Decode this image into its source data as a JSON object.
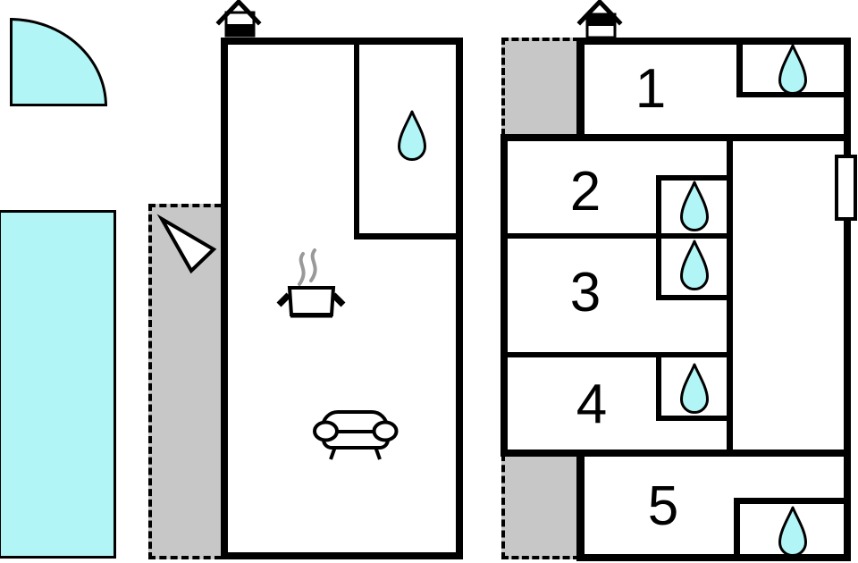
{
  "colors": {
    "water": "#b2f5f6",
    "terrace": "#c7c7c7",
    "steam": "#999999",
    "wall": "#000000"
  },
  "bedrooms": [
    {
      "label": "1",
      "feature_icon": "water-drop"
    },
    {
      "label": "2",
      "feature_icon": "water-drop"
    },
    {
      "label": "3",
      "feature_icon": "water-drop"
    },
    {
      "label": "4",
      "feature_icon": "water-drop"
    },
    {
      "label": "5",
      "feature_icon": "water-drop"
    }
  ],
  "left_building": {
    "icons": [
      "chimney-vent",
      "water-drop",
      "stove-pot",
      "sofa"
    ]
  },
  "right_building": {
    "icons": [
      "chimney-vent",
      "water-drop",
      "window"
    ]
  },
  "outdoor": {
    "icons": [
      "corner-pool",
      "swimming-pool",
      "terrace",
      "terrace",
      "terrace",
      "entrance-arrow"
    ]
  }
}
